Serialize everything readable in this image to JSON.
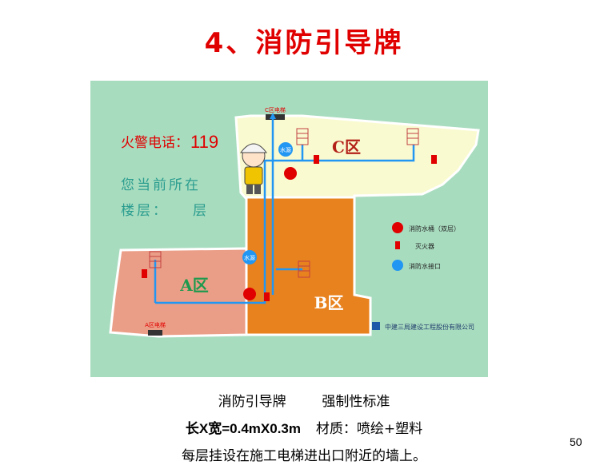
{
  "title": "4、消防引导牌",
  "sign": {
    "fire_alarm_label": "火警电话：",
    "fire_alarm_number": "119",
    "you_are_here_line1": "您当前所在",
    "floor_label": "楼层：",
    "floor_suffix": "层",
    "zones": {
      "a": "A区",
      "b": "B区",
      "c": "C区"
    },
    "elevators": {
      "a": "A区电梯",
      "c": "C区电梯"
    },
    "water_source": "水源",
    "legend": [
      {
        "icon": "red-circle",
        "label": "消防水桶（双层）"
      },
      {
        "icon": "extinguisher",
        "label": "灭火器"
      },
      {
        "icon": "blue-circle",
        "label": "消防水接口"
      }
    ],
    "company": "中建三局建设工程股份有限公司",
    "colors": {
      "background": "#a8dcbf",
      "zone_a": "#eb9e87",
      "zone_b": "#e8821e",
      "zone_c": "#fafad0",
      "route": "#2196f3",
      "alarm_red": "#e00000"
    }
  },
  "caption": {
    "line1_a": "消防引导牌",
    "line1_b": "强制性标准",
    "line2_size": "长X宽=0.4mX0.3m",
    "line2_material": "材质：喷绘+塑料",
    "line3": "每层挂设在施工电梯进出口附近的墙上。"
  },
  "page_number": "50"
}
